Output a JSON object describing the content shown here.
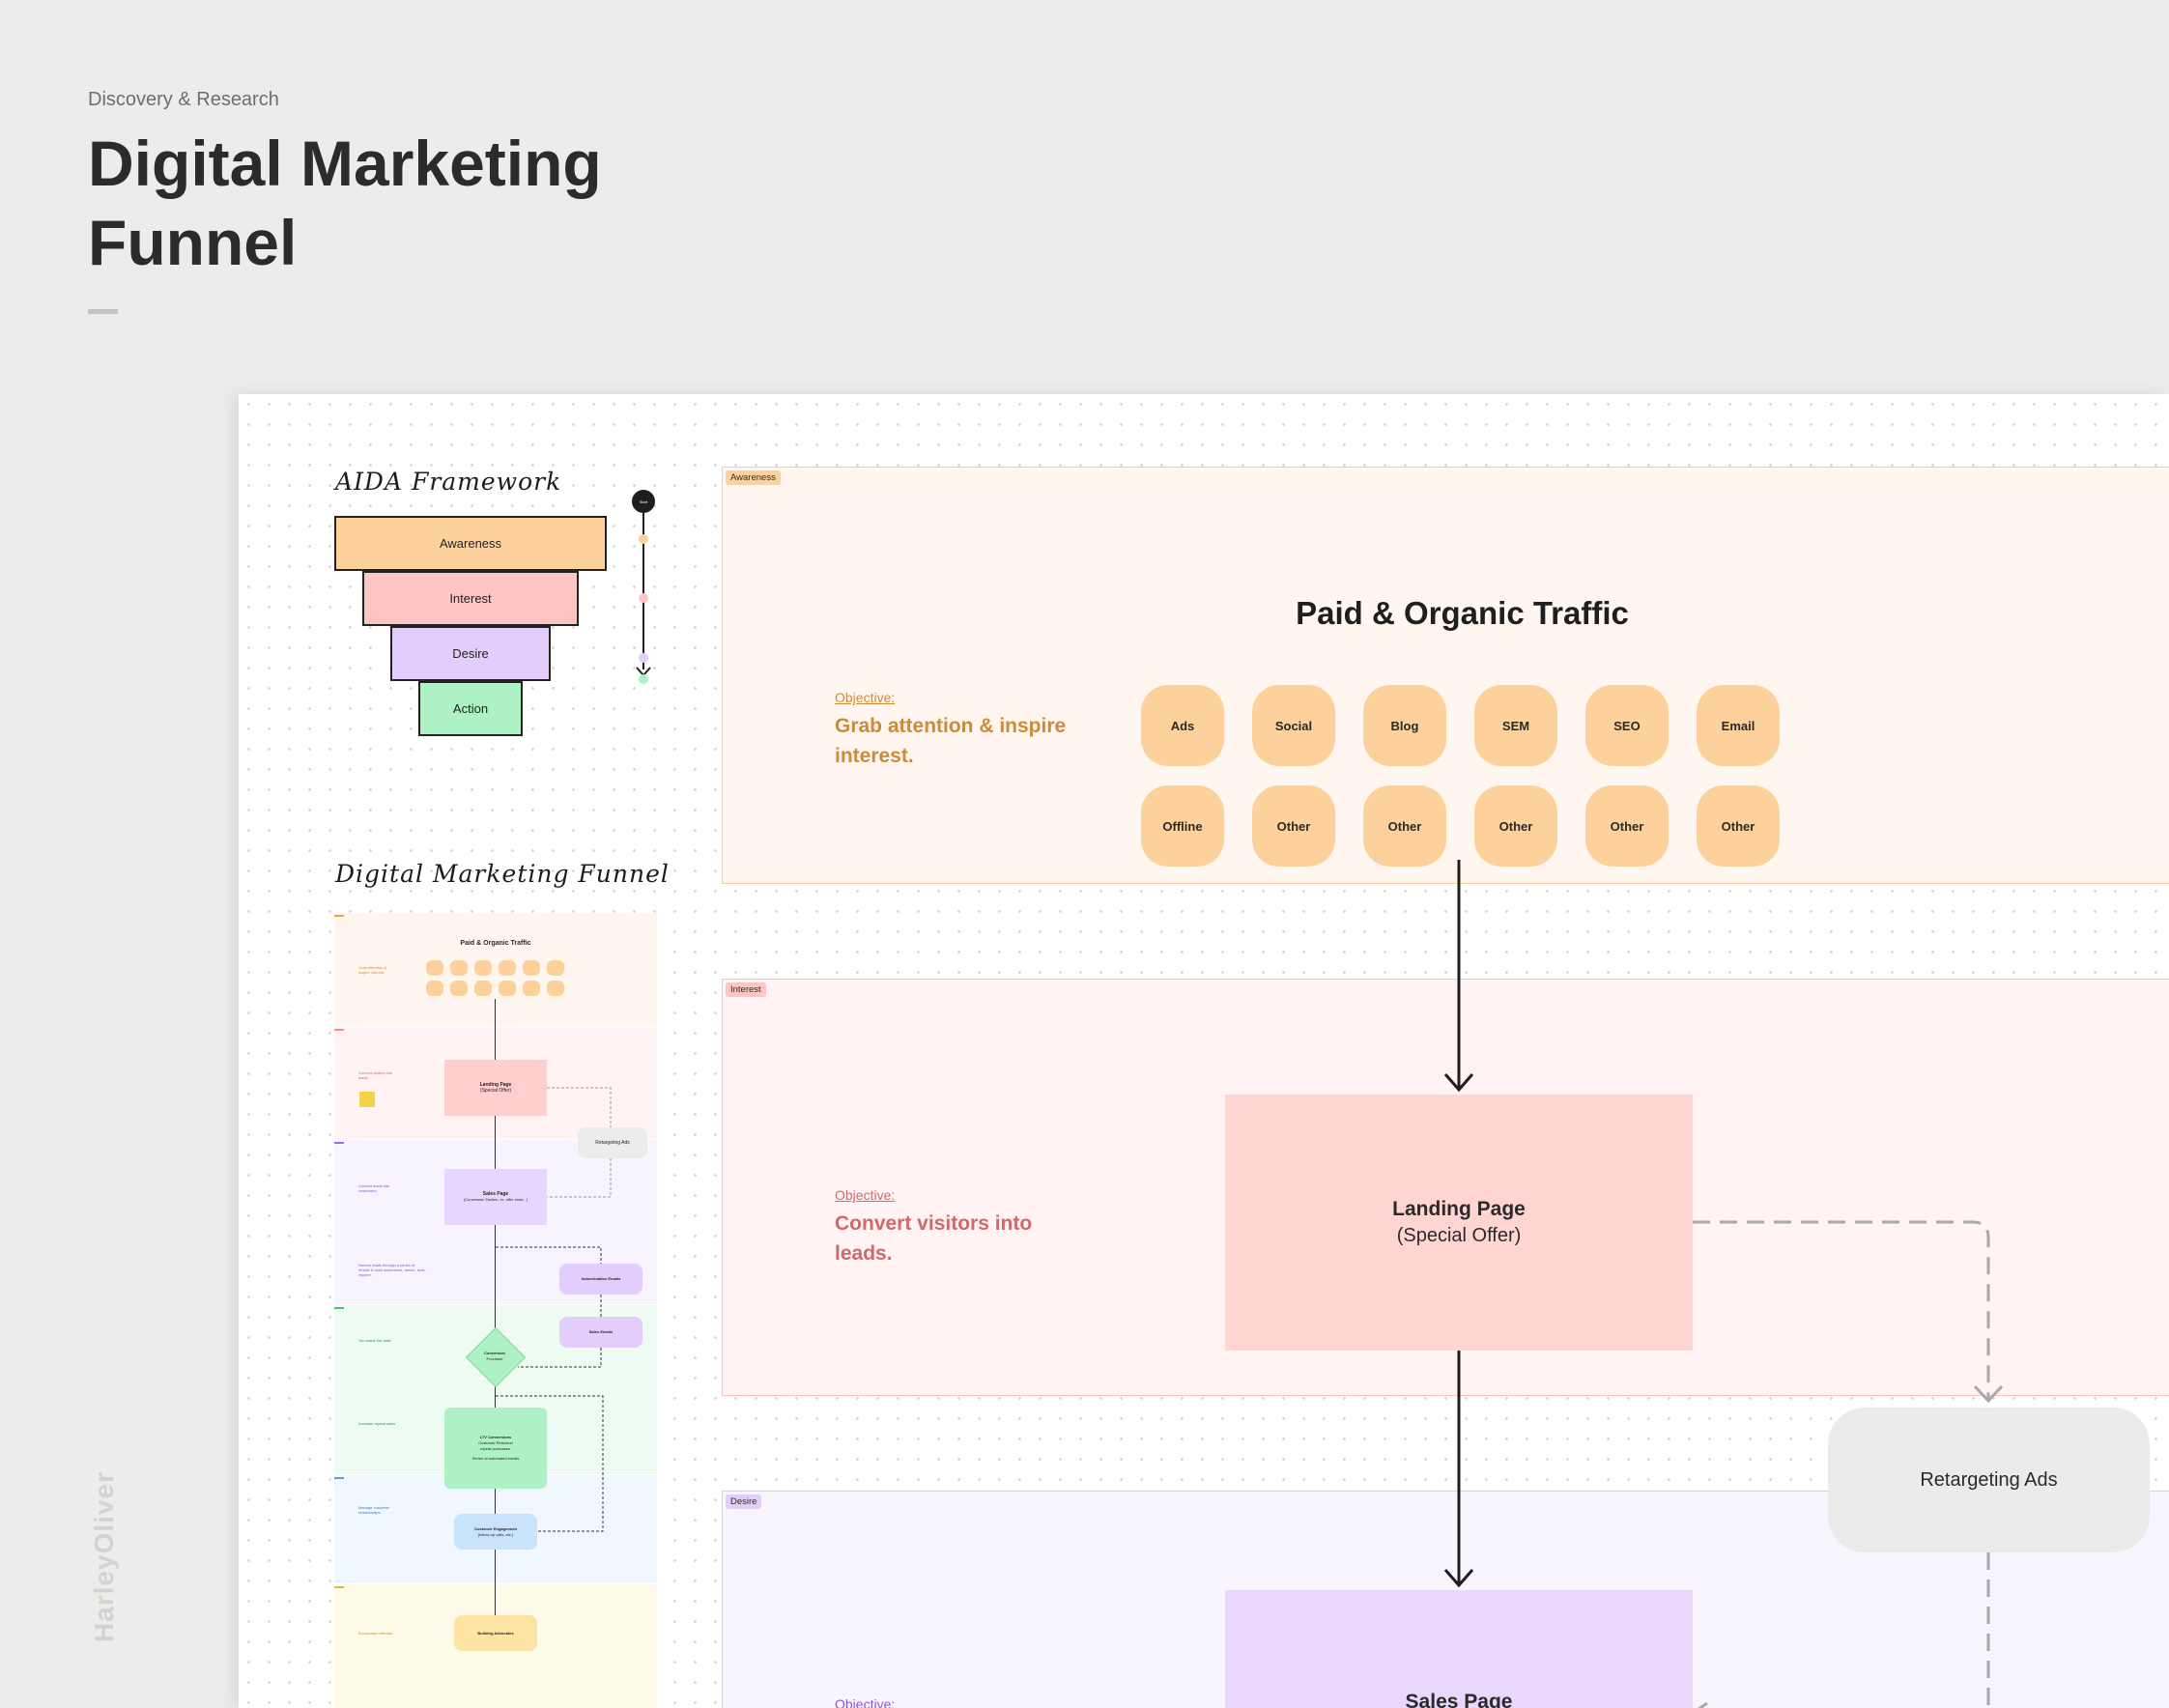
{
  "header": {
    "kicker": "Discovery & Research",
    "title": "Digital Marketing Funnel",
    "watermark": "HarleyOliver"
  },
  "aida": {
    "title": "AIDA Framework",
    "levels": [
      "Awareness",
      "Interest",
      "Desire",
      "Action"
    ],
    "timeline_start": "Start",
    "colors": {
      "awareness": "#fdd19b",
      "interest": "#ffc5c5",
      "desire": "#e2cdfd",
      "action": "#aef1c5"
    }
  },
  "mini_funnel": {
    "title": "Digital Marketing Funnel",
    "paid_title": "Paid & Organic Traffic",
    "awareness_objective": "Grab attention & inspire interest.",
    "interest_objective": "Convert visitors into leads.",
    "desire_objective": "Convert leads into customers.",
    "nurture_objective": "Nurture leads through a series of emails & build awareness, desire, trust, rapport.",
    "action_objective": "You made the sale!",
    "retention_objective": "Increase repeat sales.",
    "engagement_objective": "Manage customer relationships.",
    "advocacy_objective": "Encourage referrals.",
    "landing": "Landing Page",
    "landing_sub": "(Special Offer)",
    "retargeting": "Retargeting Ads",
    "sales": "Sales Page",
    "sales_sub": "(Conversion Tactics - ie. offer ends...)",
    "indoctrination": "Indoctrination Emails",
    "sales_emails": "Sales Emails",
    "conversion": "Conversion",
    "conversion_sub": "Purchase",
    "ltv_title": "LTV Conversions",
    "ltv_line1": "Customer Retention",
    "ltv_line2": "repeat purchases.",
    "ltv_line3": "Series of automated emails",
    "engagement": "Customer Engagement",
    "engagement_sub": "(follow-up calls, etc.)",
    "advocates": "Building Advocates"
  },
  "sections": {
    "awareness": {
      "tag": "Awareness",
      "heading": "Paid & Organic Traffic",
      "objective_label": "Objective:",
      "objective": "Grab attention & inspire interest.",
      "channels_row1": [
        "Ads",
        "Social",
        "Blog",
        "SEM",
        "SEO",
        "Email"
      ],
      "channels_row2": [
        "Offline",
        "Other",
        "Other",
        "Other",
        "Other",
        "Other"
      ]
    },
    "interest": {
      "tag": "Interest",
      "objective_label": "Objective:",
      "objective": "Convert visitors into leads.",
      "landing_title": "Landing Page",
      "landing_sub": "(Special Offer)",
      "retargeting": "Retargeting Ads"
    },
    "desire": {
      "tag": "Desire",
      "objective_label": "Objective:",
      "sales_title": "Sales Page"
    }
  }
}
